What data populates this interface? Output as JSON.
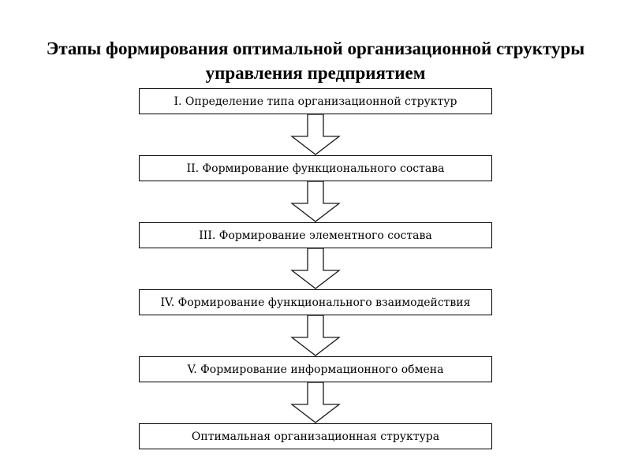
{
  "page": {
    "background": "#ffffff",
    "title_line1": "Этапы формирования оптимальной организационной структуры",
    "title_line2": "управления предприятием"
  },
  "flowchart": {
    "box_border_color": "#000000",
    "box_fill_color": "#ffffff",
    "arrow_fill_color": "#ffffff",
    "arrow_outline_color": "#1a1a1a",
    "arrow_icon": "block-arrow-down-icon",
    "steps": [
      {
        "label": "I. Определение типа организационной структур"
      },
      {
        "label": "II. Формирование функционального состава"
      },
      {
        "label": "III. Формирование элементного состава"
      },
      {
        "label": "IV. Формирование функционального взаимодействия"
      },
      {
        "label": "V. Формирование информационного обмена"
      },
      {
        "label": "Оптимальная организационная структура"
      }
    ]
  }
}
